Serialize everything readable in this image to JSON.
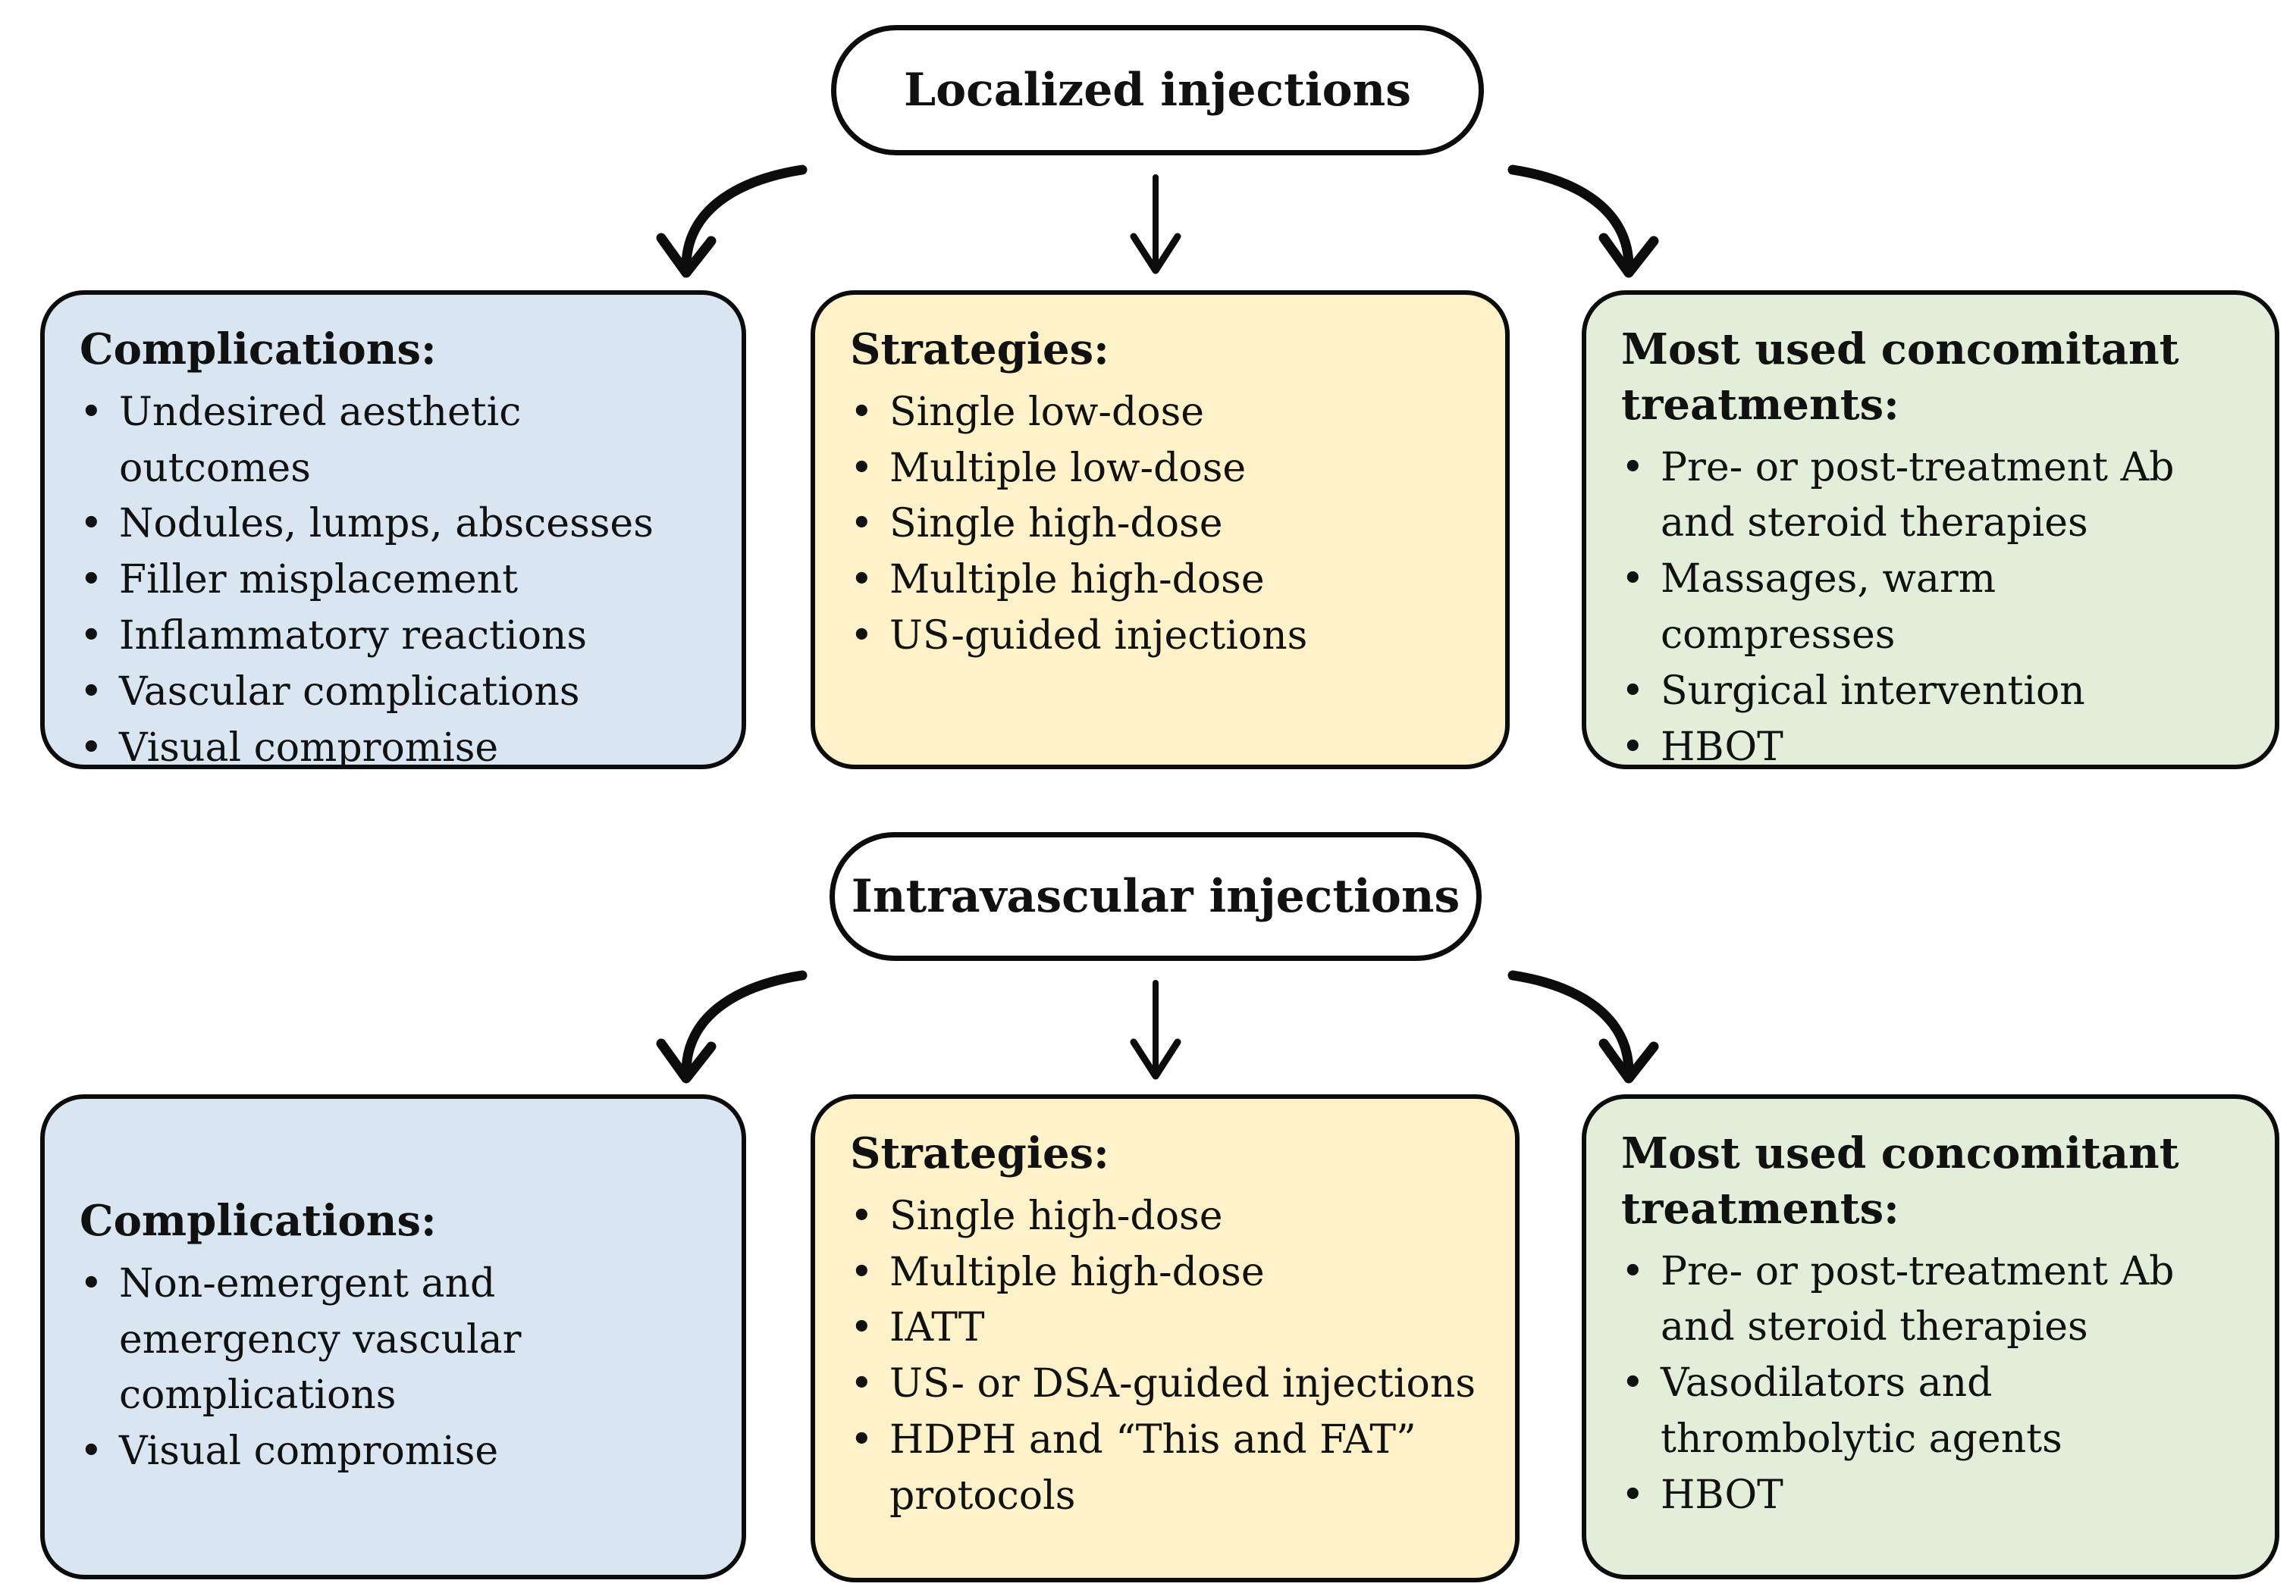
{
  "colors": {
    "outline": "#0c0c0c",
    "box_blue": "#d9e6f2",
    "box_yellow": "#fdf1ca",
    "box_green": "#e2eeda"
  },
  "sections": [
    {
      "title": "Localized injections",
      "complications": {
        "heading": "Complications:",
        "items": [
          "Undesired aesthetic outcomes",
          "Nodules, lumps, abscesses",
          "Filler misplacement",
          "Inflammatory reactions",
          "Vascular complications",
          "Visual compromise"
        ]
      },
      "strategies": {
        "heading": "Strategies:",
        "items": [
          "Single low-dose",
          "Multiple low-dose",
          "Single high-dose",
          "Multiple high-dose",
          "US-guided injections"
        ]
      },
      "treatments": {
        "heading": "Most used concomitant treatments:",
        "items": [
          "Pre- or post-treatment Ab and steroid therapies",
          "Massages, warm compresses",
          "Surgical intervention",
          "HBOT"
        ]
      }
    },
    {
      "title": "Intravascular injections",
      "complications": {
        "heading": "Complications:",
        "items": [
          "Non-emergent and emergency vascular complications",
          "Visual compromise"
        ]
      },
      "strategies": {
        "heading": "Strategies:",
        "items": [
          "Single high-dose",
          "Multiple high-dose",
          "IATT",
          "US- or DSA-guided injections",
          "HDPH and “This and FAT” protocols"
        ]
      },
      "treatments": {
        "heading": "Most used concomitant treatments:",
        "items": [
          "Pre- or post-treatment Ab and steroid therapies",
          "Vasodilators and thrombolytic agents",
          "HBOT"
        ]
      }
    }
  ]
}
